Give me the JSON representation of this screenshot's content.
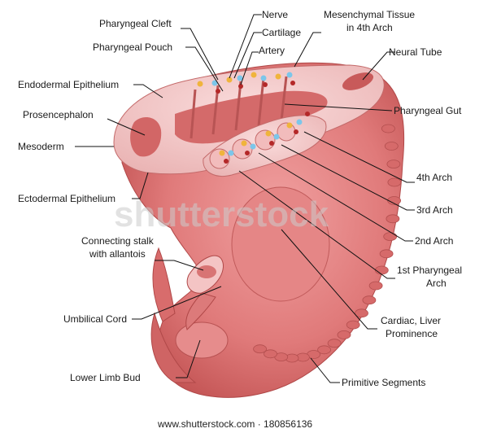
{
  "labels": {
    "pharyngeal_cleft": "Pharyngeal Cleft",
    "nerve": "Nerve",
    "mesenchymal_line1": "Mesenchymal Tissue",
    "mesenchymal_line2": "in 4th Arch",
    "cartilage": "Cartilage",
    "pharyngeal_pouch": "Pharyngeal Pouch",
    "artery": "Artery",
    "neural_tube": "Neural Tube",
    "endodermal_epithelium": "Endodermal Epithelium",
    "pharyngeal_gut": "Pharyngeal Gut",
    "prosencephalon": "Prosencephalon",
    "mesoderm": "Mesoderm",
    "fourth_arch": "4th Arch",
    "ectodermal_epithelium": "Ectodermal Epithelium",
    "third_arch": "3rd Arch",
    "connecting_stalk_line1": "Connecting stalk",
    "connecting_stalk_line2": "with allantois",
    "second_arch": "2nd Arch",
    "first_arch_line1": "1st Pharyngeal",
    "first_arch_line2": "Arch",
    "umbilical_cord": "Umbilical Cord",
    "cardiac_line1": "Cardiac, Liver",
    "cardiac_line2": "Prominence",
    "lower_limb_bud": "Lower Limb Bud",
    "primitive_segments": "Primitive Segments"
  },
  "watermark": "shutterstock",
  "footer": "www.shutterstock.com · 180856136",
  "colors": {
    "body": "#e07a7a",
    "body_dark": "#c85a5a",
    "cut_surface": "#f4c4c4",
    "cavity": "#d06464",
    "dot_yellow": "#f0b43c",
    "dot_blue": "#7cc6ea",
    "dot_red": "#b42828"
  }
}
